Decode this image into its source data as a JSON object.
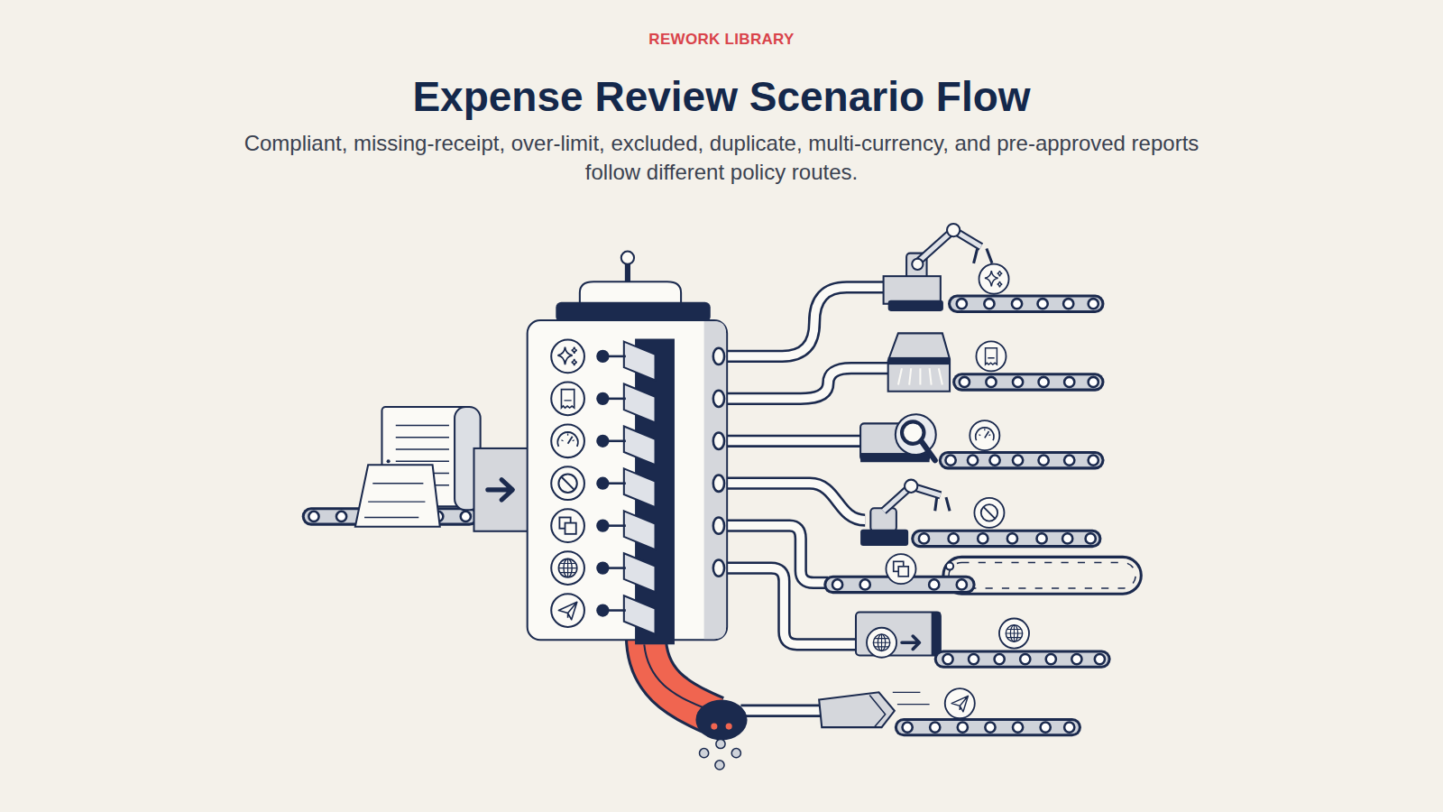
{
  "diagram": {
    "title": "Expense Review Scenario Flow",
    "caption": "Compliant, missing-receipt, over-limit, excluded, duplicate, multi-currency, and pre-approved reports follow different policy routes.",
    "labels": [
      "REWORK LIBRARY"
    ]
  }
}
